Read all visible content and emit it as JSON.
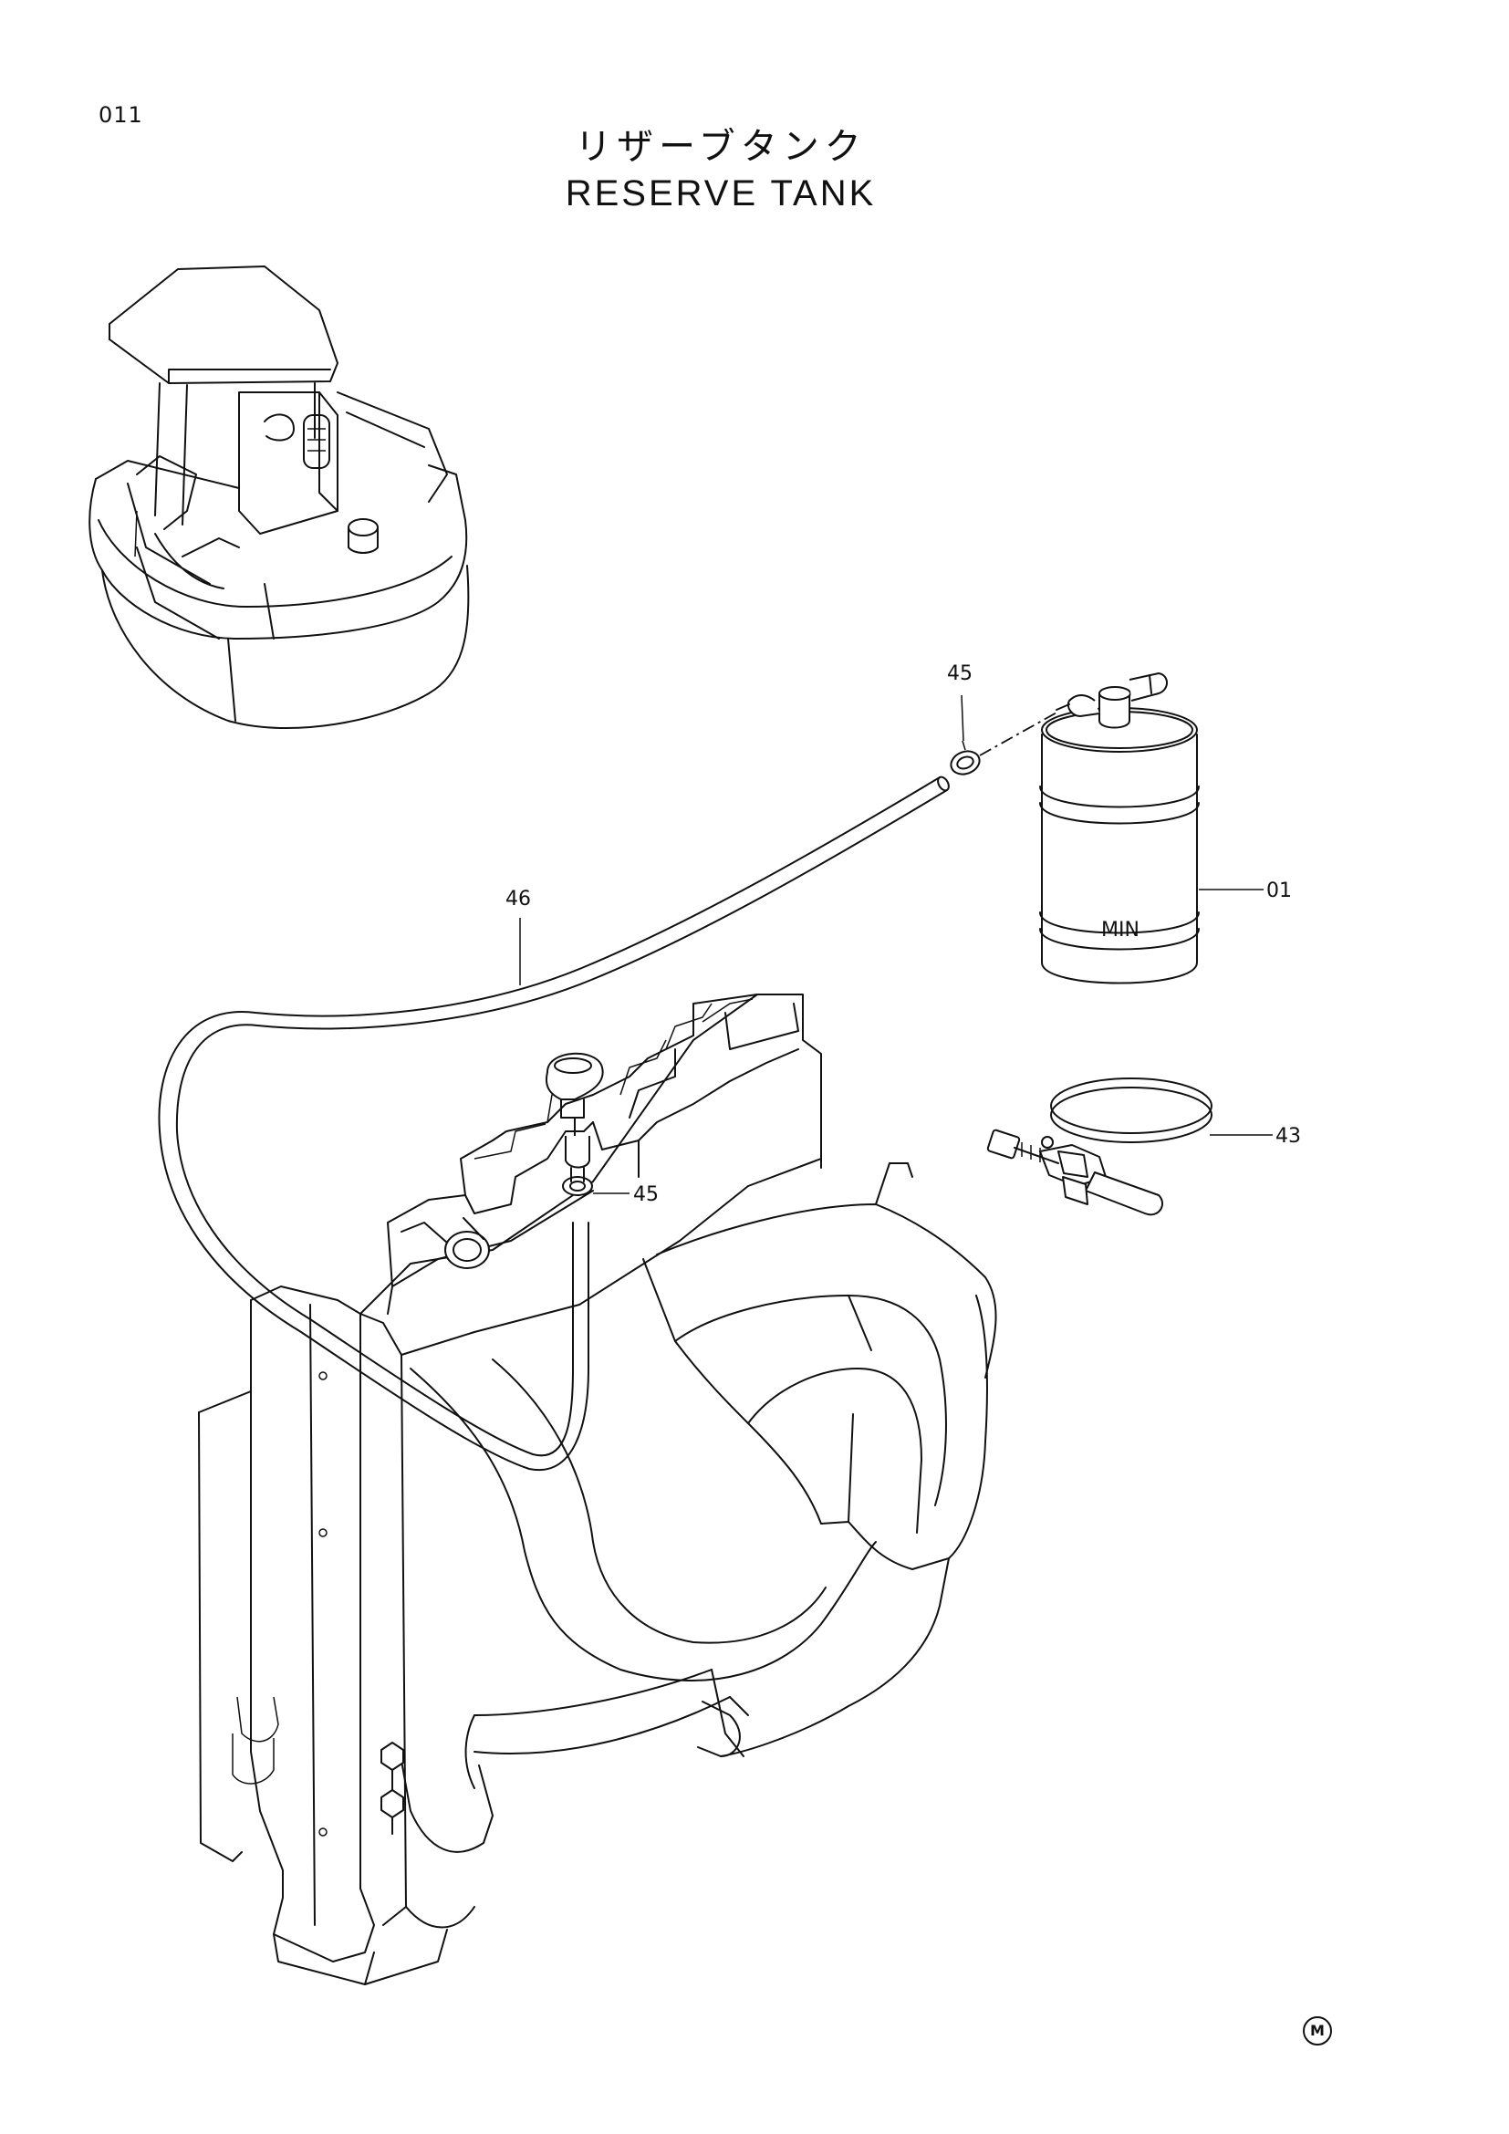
{
  "page_number": "011",
  "title": {
    "japanese": "リザーブタンク",
    "english": "RESERVE TANK"
  },
  "tank_marking": "MIN",
  "callouts": [
    {
      "id": "part-45-top",
      "label": "45"
    },
    {
      "id": "part-01",
      "label": "01"
    },
    {
      "id": "part-46",
      "label": "46"
    },
    {
      "id": "part-43",
      "label": "43"
    },
    {
      "id": "part-45-bottom",
      "label": "45"
    }
  ],
  "corner_mark": "M"
}
